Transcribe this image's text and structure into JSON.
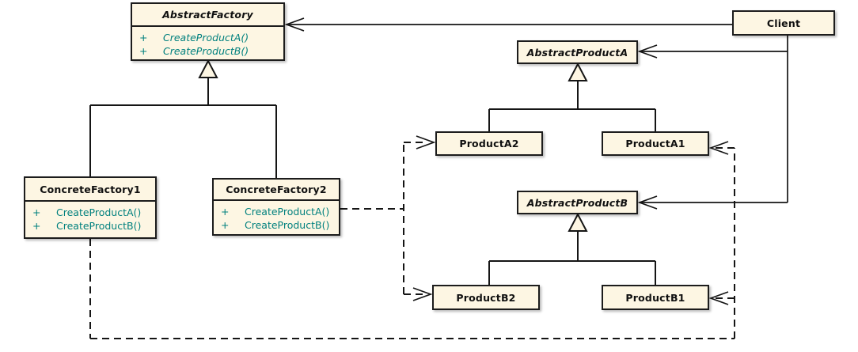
{
  "diagram_type": "uml-class-diagram",
  "pattern": "Abstract Factory",
  "colors": {
    "box_fill": "#FDF6E3",
    "box_border": "#1C1C1C",
    "line": "#151515",
    "method_text": "#00807E",
    "title_text": "#101010",
    "background": "#FFFFFF"
  },
  "classes": [
    {
      "id": "abstract-factory",
      "name": "AbstractFactory",
      "abstract": true,
      "methods": [
        {
          "vis": "+",
          "sig": "CreateProductA()"
        },
        {
          "vis": "+",
          "sig": "CreateProductB()"
        }
      ]
    },
    {
      "id": "client",
      "name": "Client",
      "abstract": false,
      "methods": []
    },
    {
      "id": "abstract-product-a",
      "name": "AbstractProductA",
      "abstract": true,
      "methods": []
    },
    {
      "id": "product-a2",
      "name": "ProductA2",
      "abstract": false,
      "methods": []
    },
    {
      "id": "product-a1",
      "name": "ProductA1",
      "abstract": false,
      "methods": []
    },
    {
      "id": "concrete-factory-1",
      "name": "ConcreteFactory1",
      "abstract": false,
      "methods": [
        {
          "vis": "+",
          "sig": "CreateProductA()"
        },
        {
          "vis": "+",
          "sig": "CreateProductB()"
        }
      ]
    },
    {
      "id": "concrete-factory-2",
      "name": "ConcreteFactory2",
      "abstract": false,
      "methods": [
        {
          "vis": "+",
          "sig": "CreateProductA()"
        },
        {
          "vis": "+",
          "sig": "CreateProductB()"
        }
      ]
    },
    {
      "id": "abstract-product-b",
      "name": "AbstractProductB",
      "abstract": true,
      "methods": []
    },
    {
      "id": "product-b2",
      "name": "ProductB2",
      "abstract": false,
      "methods": []
    },
    {
      "id": "product-b1",
      "name": "ProductB1",
      "abstract": false,
      "methods": []
    }
  ],
  "relationships": [
    {
      "from": "Client",
      "to": "AbstractFactory",
      "style": "solid",
      "arrow": "open"
    },
    {
      "from": "Client",
      "to": "AbstractProductA",
      "style": "solid",
      "arrow": "open"
    },
    {
      "from": "Client",
      "to": "AbstractProductB",
      "style": "solid",
      "arrow": "open"
    },
    {
      "from": "ConcreteFactory1",
      "to": "AbstractFactory",
      "style": "solid",
      "arrow": "hollow-triangle",
      "type": "generalization"
    },
    {
      "from": "ConcreteFactory2",
      "to": "AbstractFactory",
      "style": "solid",
      "arrow": "hollow-triangle",
      "type": "generalization"
    },
    {
      "from": "ProductA2",
      "to": "AbstractProductA",
      "style": "solid",
      "arrow": "hollow-triangle",
      "type": "generalization"
    },
    {
      "from": "ProductA1",
      "to": "AbstractProductA",
      "style": "solid",
      "arrow": "hollow-triangle",
      "type": "generalization"
    },
    {
      "from": "ProductB2",
      "to": "AbstractProductB",
      "style": "solid",
      "arrow": "hollow-triangle",
      "type": "generalization"
    },
    {
      "from": "ProductB1",
      "to": "AbstractProductB",
      "style": "solid",
      "arrow": "hollow-triangle",
      "type": "generalization"
    },
    {
      "from": "ConcreteFactory2",
      "to": "ProductA2",
      "style": "dashed",
      "arrow": "open",
      "type": "instantiates"
    },
    {
      "from": "ConcreteFactory2",
      "to": "ProductB2",
      "style": "dashed",
      "arrow": "open",
      "type": "instantiates"
    },
    {
      "from": "ConcreteFactory1",
      "to": "ProductA1",
      "style": "dashed",
      "arrow": "open",
      "type": "instantiates"
    },
    {
      "from": "ConcreteFactory1",
      "to": "ProductB1",
      "style": "dashed",
      "arrow": "open",
      "type": "instantiates"
    }
  ]
}
